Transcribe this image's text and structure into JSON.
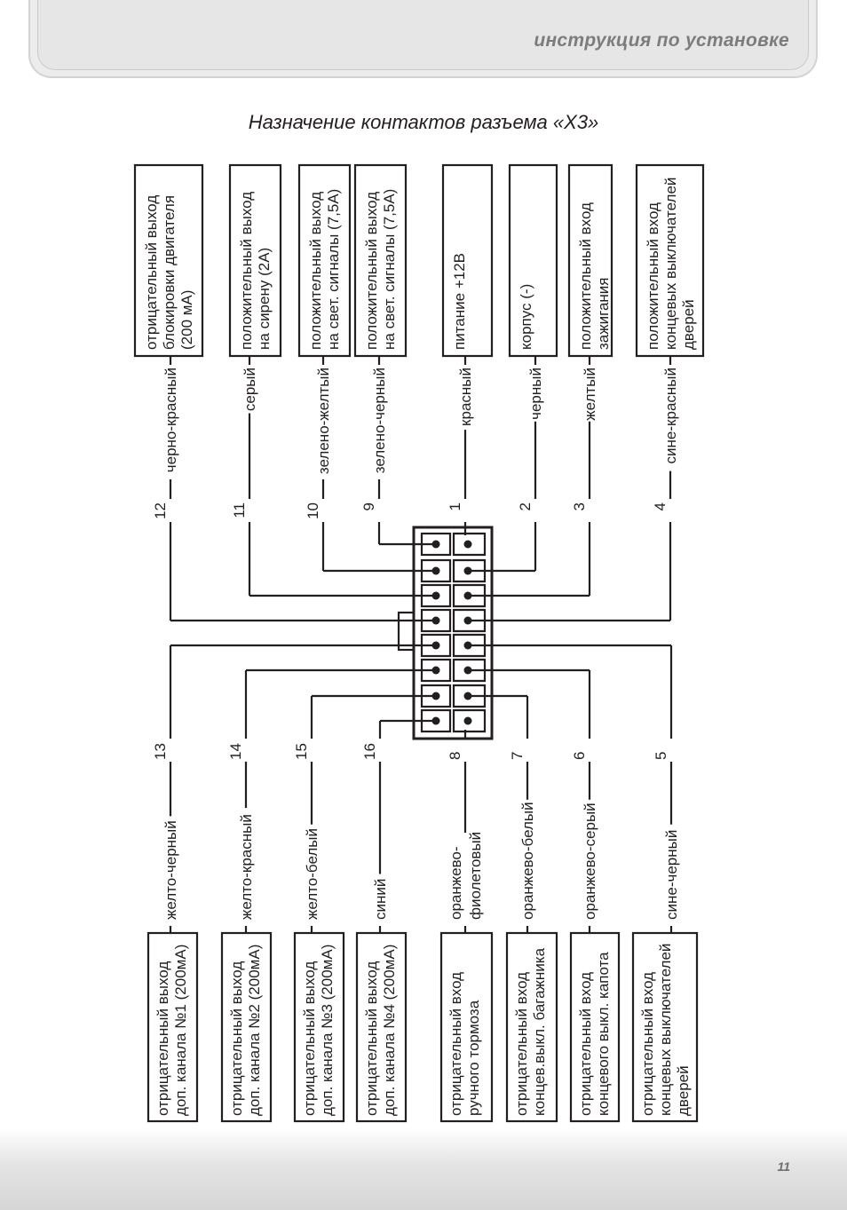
{
  "header": {
    "title": "инструкция по установке"
  },
  "title": "Назначение контактов разъема «Х3»",
  "page_number": "11",
  "top_pins": [
    {
      "num": "12",
      "color": "черно-красный",
      "desc": [
        "отрицательный  выход",
        "блокировки двигателя",
        "(200 мА)"
      ]
    },
    {
      "num": "11",
      "color": "серый",
      "desc": [
        "положительный выход",
        "на сирену (2А)"
      ]
    },
    {
      "num": "10",
      "color": "зелено-желтый",
      "desc": [
        "положительный выход",
        "на свет. сигналы (7,5А)"
      ]
    },
    {
      "num": "9",
      "color": "зелено-черный",
      "desc": [
        "положительный выход",
        "на свет. сигналы (7,5А)"
      ]
    },
    {
      "num": "1",
      "color": "красный",
      "desc": [
        "питание  +12В"
      ]
    },
    {
      "num": "2",
      "color": "черный",
      "desc": [
        "корпус (-)"
      ]
    },
    {
      "num": "3",
      "color": "желтый",
      "desc": [
        "положительный  вход",
        "зажигания"
      ]
    },
    {
      "num": "4",
      "color": "сине-красный",
      "desc": [
        "положительный вход",
        "концевых выключателей",
        "дверей"
      ]
    }
  ],
  "bottom_pins": [
    {
      "num": "13",
      "color": [
        "желто-черный"
      ],
      "desc": [
        "отрицательный выход",
        "доп. канала №1 (200мА)"
      ]
    },
    {
      "num": "14",
      "color": [
        "желто-красный"
      ],
      "desc": [
        "отрицательный выход",
        "доп. канала №2 (200мА)"
      ]
    },
    {
      "num": "15",
      "color": [
        "желто-белый"
      ],
      "desc": [
        "отрицательный выход",
        "доп. канала №3 (200мА)"
      ]
    },
    {
      "num": "16",
      "color": [
        "синий"
      ],
      "desc": [
        "отрицательный выход",
        "доп. канала №4 (200мА)"
      ]
    },
    {
      "num": "8",
      "color": [
        "оранжево-",
        "фиолетовый"
      ],
      "desc": [
        "отрицательный вход",
        "ручного тормоза"
      ]
    },
    {
      "num": "7",
      "color": [
        "оранжево-белый"
      ],
      "desc": [
        "отрицательный вход",
        "концев.выкл. багажника"
      ]
    },
    {
      "num": "6",
      "color": [
        "оранжево-серый"
      ],
      "desc": [
        "отрицательный вход",
        "концевого выкл. капота"
      ]
    },
    {
      "num": "5",
      "color": [
        "сине-черный"
      ],
      "desc": [
        "отрицательный вход",
        "концевых выключателей",
        "дверей"
      ]
    }
  ]
}
